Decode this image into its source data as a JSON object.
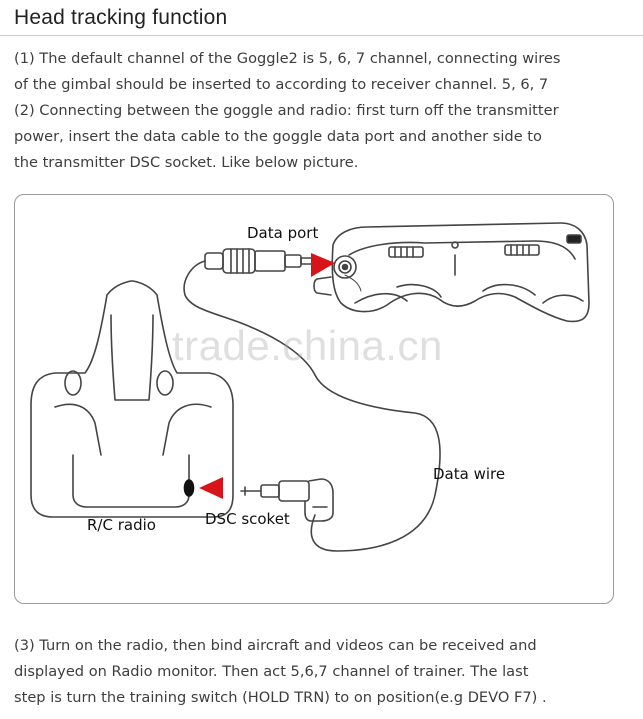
{
  "header": {
    "title": "Head tracking function"
  },
  "intro_lines": [
    "(1) The default channel of the Goggle2 is 5, 6, 7 channel, connecting wires",
    "of the gimbal should be inserted to according to receiver channel. 5, 6, 7",
    "(2) Connecting between the goggle and radio: first turn off the transmitter",
    "power, insert the data cable to the goggle data port and another side to",
    "the transmitter DSC socket. Like below picture."
  ],
  "figure": {
    "labels": {
      "data_port": "Data port",
      "data_wire": "Data wire",
      "rc_radio": "R/C radio",
      "dsc_socket": "DSC scoket"
    },
    "watermark": "trade.china.cn",
    "colors": {
      "arrow": "#d8141b",
      "line": "#444444"
    }
  },
  "outro_lines": [
    "(3) Turn on the radio, then bind aircraft and videos can be received and",
    "displayed on Radio monitor. Then act 5,6,7 channel of trainer. The last",
    "step is turn the training switch (HOLD TRN) to on position(e.g DEVO F7) ."
  ]
}
